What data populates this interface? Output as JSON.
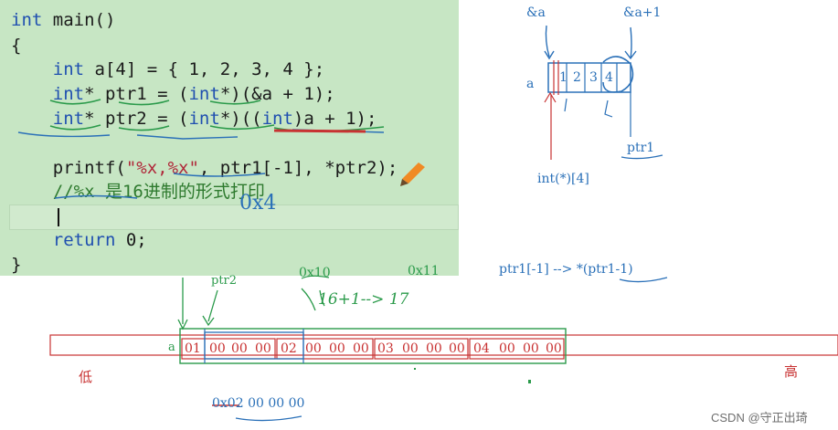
{
  "code": {
    "lines": [
      "int main()",
      "{",
      "    int a[4] = { 1, 2, 3, 4 };",
      "    int* ptr1 = (int*)(&a + 1);",
      "    int* ptr2 = (int*)((int)a + 1);",
      "",
      "    printf(\"%x,%x\", ptr1[-1], *ptr2);",
      "    //%x 是16进制的形式打印",
      "",
      "    return 0;",
      "}"
    ],
    "note_handwritten": "0x4"
  },
  "array_box": {
    "label_addr_a": "&a",
    "label_addr_a1": "&a+1",
    "label_a": "a",
    "cells": [
      "1",
      "2",
      "3",
      "4"
    ],
    "label_ptr1": "ptr1",
    "label_type": "int(*)[4]"
  },
  "annotations": {
    "ptr1_expr": "ptr1[-1] --> *(ptr1-1)",
    "ptr2": "ptr2",
    "hex_0x10": "0x10",
    "hex_0x11": "0x11",
    "conversion": "16+1--> 17",
    "result": "0x02 00 00 00",
    "result_struck": "0x"
  },
  "memory": {
    "label_a": "a",
    "bytes": [
      [
        "01",
        "00",
        "00",
        "00"
      ],
      [
        "02",
        "00",
        "00",
        "00"
      ],
      [
        "03",
        "00",
        "00",
        "00"
      ],
      [
        "04",
        "00",
        "00",
        "00"
      ]
    ],
    "low_label": "低",
    "high_label": "高"
  },
  "watermark": "CSDN @守正出琦",
  "colors": {
    "code_bg": "#c7e6c4",
    "keyword": "#1f4fb0",
    "string": "#b0283a",
    "comment": "#2e7a2e",
    "ink_blue": "#2a70b8",
    "ink_red": "#c83232",
    "ink_green": "#2a9a4a"
  }
}
